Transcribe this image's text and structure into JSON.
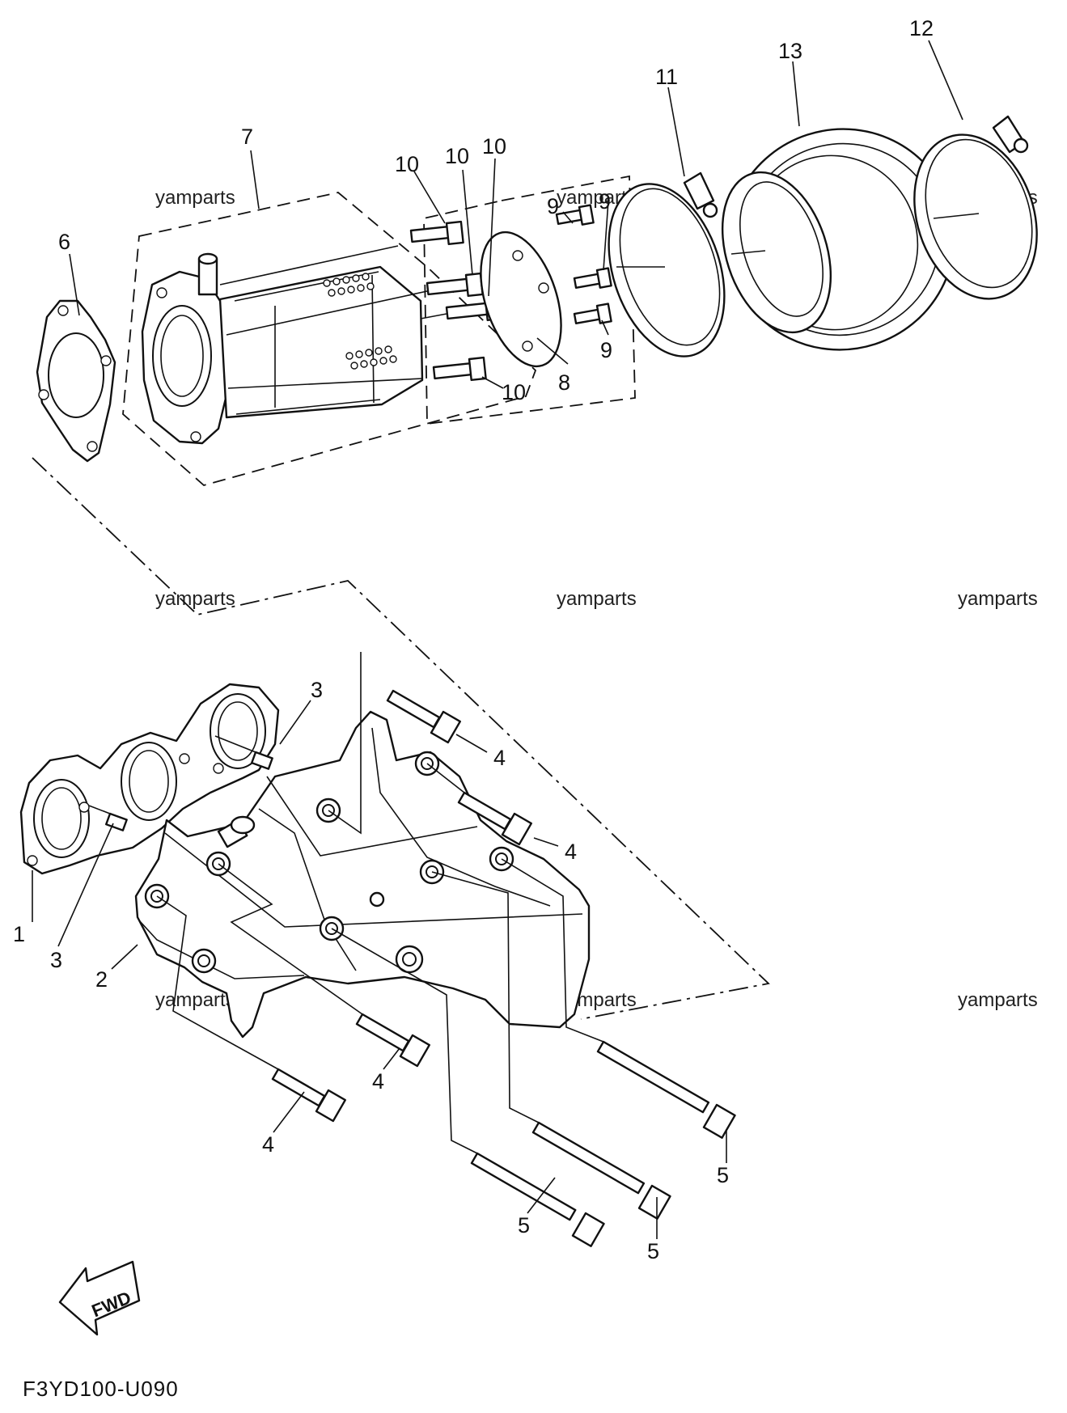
{
  "diagram": {
    "figure_code": "F3YD100-U090",
    "direction_label": "FWD",
    "watermark": "yamparts",
    "callouts": [
      {
        "id": "c-7",
        "text": "7"
      },
      {
        "id": "c-6",
        "text": "6"
      },
      {
        "id": "c-10a",
        "text": "10"
      },
      {
        "id": "c-10b",
        "text": "10"
      },
      {
        "id": "c-10c",
        "text": "10"
      },
      {
        "id": "c-10d",
        "text": "10"
      },
      {
        "id": "c-9a",
        "text": "9"
      },
      {
        "id": "c-9b",
        "text": "9"
      },
      {
        "id": "c-9c",
        "text": "9"
      },
      {
        "id": "c-8",
        "text": "8"
      },
      {
        "id": "c-11",
        "text": "11"
      },
      {
        "id": "c-13",
        "text": "13"
      },
      {
        "id": "c-12",
        "text": "12"
      },
      {
        "id": "c-3a",
        "text": "3"
      },
      {
        "id": "c-3b",
        "text": "3"
      },
      {
        "id": "c-1",
        "text": "1"
      },
      {
        "id": "c-2",
        "text": "2"
      },
      {
        "id": "c-4a",
        "text": "4"
      },
      {
        "id": "c-4b",
        "text": "4"
      },
      {
        "id": "c-4c",
        "text": "4"
      },
      {
        "id": "c-4d",
        "text": "4"
      },
      {
        "id": "c-5a",
        "text": "5"
      },
      {
        "id": "c-5b",
        "text": "5"
      },
      {
        "id": "c-5c",
        "text": "5"
      }
    ]
  }
}
